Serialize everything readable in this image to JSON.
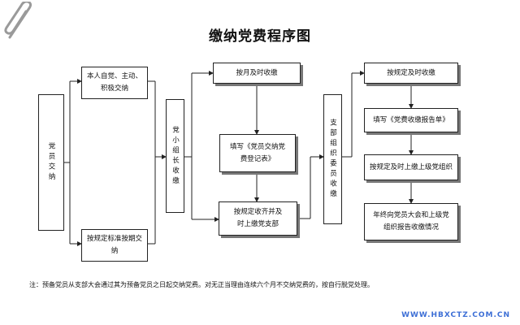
{
  "title": "缴纳党费程序图",
  "nodes": {
    "member": "党员交纳",
    "self_pay": "本人自觉、主动、积极交纳",
    "standard_pay": "按规定标准按期交纳",
    "group_leader": "党小组长收缴",
    "monthly_collect": "按月及时收缴",
    "fill_register": "填写《党员交纳党费登记表》",
    "submit_branch": "按规定收齐并及时上缴党支部",
    "branch_committee": "支部组织委员收缴",
    "timely_collect": "按规定及时收缴",
    "fill_report": "填写《党费收缴报告单》",
    "submit_upper": "按规定及时上缴上级党组织",
    "year_end_report": "年终向党员大会和上级党组织报告收缴情况"
  },
  "note": "注：预备党员从支部大会通过其为预备党员之日起交纳党费。对无正当理由连续六个月不交纳党费的，按自行脱党处理。",
  "watermark": "WWW.HBXCTZ.COM.CN",
  "colors": {
    "line": "#222222",
    "watermark": "#3d6fd6"
  }
}
